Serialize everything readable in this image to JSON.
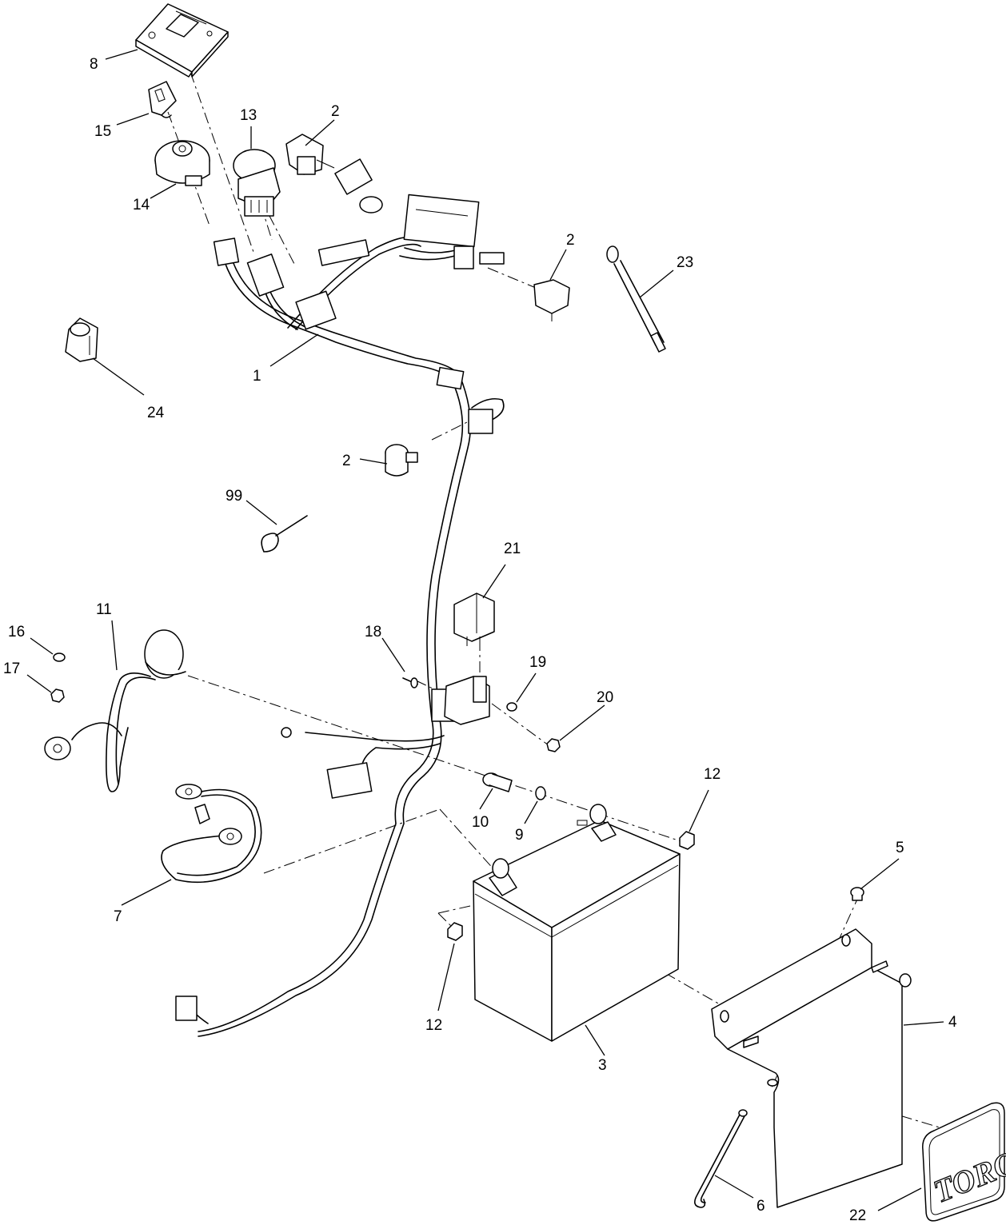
{
  "callouts": {
    "c1": "1",
    "c2a": "2",
    "c2b": "2",
    "c2c": "2",
    "c3": "3",
    "c4": "4",
    "c5": "5",
    "c6": "6",
    "c7": "7",
    "c8": "8",
    "c9": "9",
    "c10": "10",
    "c11": "11",
    "c12a": "12",
    "c12b": "12",
    "c13": "13",
    "c14": "14",
    "c15": "15",
    "c16": "16",
    "c17": "17",
    "c18": "18",
    "c19": "19",
    "c20": "20",
    "c21": "21",
    "c22": "22",
    "c23": "23",
    "c24": "24",
    "c99": "99"
  },
  "decal_logo_text": "TORO"
}
